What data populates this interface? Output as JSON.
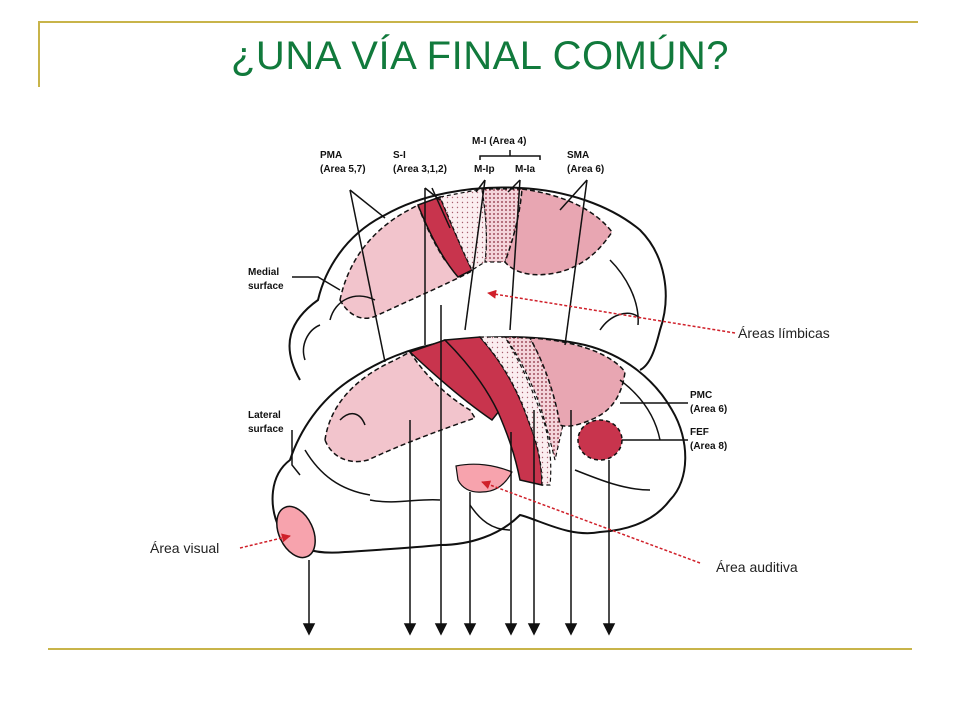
{
  "slide": {
    "title": "¿UNA VÍA FINAL COMÚN?"
  },
  "diagram": {
    "labels": {
      "pma_line1": "PMA",
      "pma_line2": "(Area 5,7)",
      "si_line1": "S-I",
      "si_line2": "(Area 3,1,2)",
      "mi_line1": "M-I (Area 4)",
      "mi_lp": "M-Ip",
      "mi_la": "M-Ia",
      "sma_line1": "SMA",
      "sma_line2": "(Area 6)",
      "medial_line1": "Medial",
      "medial_line2": "surface",
      "lateral_line1": "Lateral",
      "lateral_line2": "surface",
      "pmc_line1": "PMC",
      "pmc_line2": "(Area 6)",
      "fef_line1": "FEF",
      "fef_line2": "(Area 8)"
    },
    "annotations": {
      "limbic": "Áreas límbicas",
      "visual": "Área visual",
      "auditory": "Área auditiva"
    },
    "colors": {
      "light_pink": "#f2c4cc",
      "medium_pink": "#e8a6b2",
      "dark_red": "#c8344d",
      "visual_pink": "#f7a3ad",
      "annotation_arrow": "#d0202a"
    }
  }
}
